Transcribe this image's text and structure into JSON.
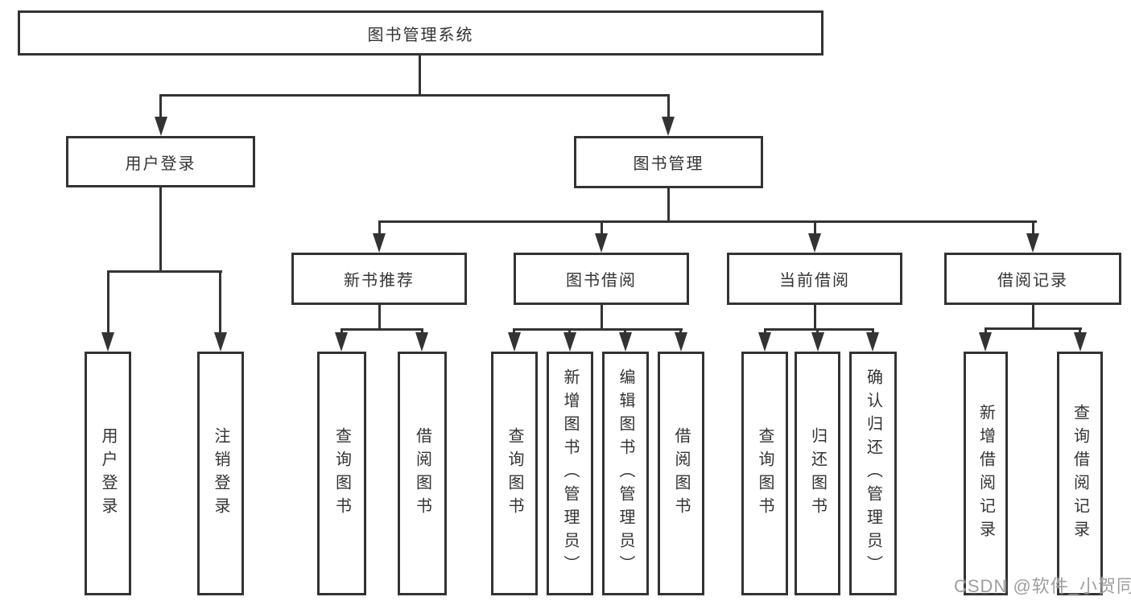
{
  "page": {
    "watermark": "CSDN @软件_小贺同学"
  },
  "colors": {
    "line": "#333333",
    "box_border": "#333333",
    "text": "#333333",
    "background": "#ffffff",
    "watermark": "#9e9e9e"
  },
  "diagram": {
    "type": "tree",
    "title": "图书管理系统",
    "nodes": {
      "root": {
        "label": "图书管理系统"
      },
      "login": {
        "label": "用户登录"
      },
      "mgmt": {
        "label": "图书管理"
      },
      "rec": {
        "label": "新书推荐"
      },
      "borrow": {
        "label": "图书借阅"
      },
      "current": {
        "label": "当前借阅"
      },
      "record": {
        "label": "借阅记录"
      },
      "login_user": {
        "label": "用户登录"
      },
      "login_logout": {
        "label": "注销登录"
      },
      "rec_query": {
        "label": "查询图书"
      },
      "rec_borrow": {
        "label": "借阅图书"
      },
      "borrow_query": {
        "label": "查询图书"
      },
      "borrow_add": {
        "label": "新增图书（管理员）"
      },
      "borrow_edit": {
        "label": "编辑图书（管理员）"
      },
      "borrow_lend": {
        "label": "借阅图书"
      },
      "current_query": {
        "label": "查询图书"
      },
      "current_return": {
        "label": "归还图书"
      },
      "current_confirm": {
        "label": "确认归还（管理员）"
      },
      "record_add": {
        "label": "新增借阅记录"
      },
      "record_query": {
        "label": "查询借阅记录"
      }
    },
    "hierarchy": [
      {
        "parent": "图书管理系统",
        "children": [
          "用户登录",
          "图书管理"
        ]
      },
      {
        "parent": "用户登录",
        "children": [
          "用户登录",
          "注销登录"
        ]
      },
      {
        "parent": "图书管理",
        "children": [
          "新书推荐",
          "图书借阅",
          "当前借阅",
          "借阅记录"
        ]
      },
      {
        "parent": "新书推荐",
        "children": [
          "查询图书",
          "借阅图书"
        ]
      },
      {
        "parent": "图书借阅",
        "children": [
          "查询图书",
          "新增图书（管理员）",
          "编辑图书（管理员）",
          "借阅图书"
        ]
      },
      {
        "parent": "当前借阅",
        "children": [
          "查询图书",
          "归还图书",
          "确认归还（管理员）"
        ]
      },
      {
        "parent": "借阅记录",
        "children": [
          "新增借阅记录",
          "查询借阅记录"
        ]
      }
    ]
  }
}
